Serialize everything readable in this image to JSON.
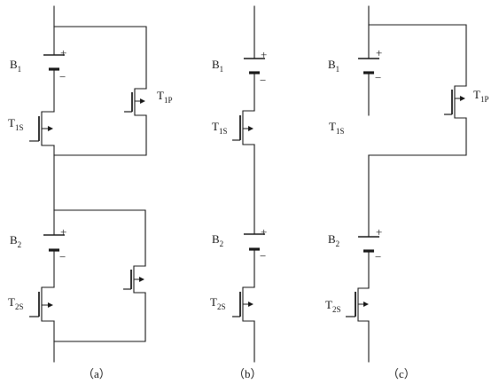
{
  "panels": [
    {
      "caption": "（a）",
      "b1": {
        "letter": "B",
        "sub": "1"
      },
      "b2": {
        "letter": "B",
        "sub": "2"
      },
      "t1s": {
        "letter": "T",
        "sub": "1S"
      },
      "t1p": {
        "letter": "T",
        "sub": "1P"
      },
      "t2s": {
        "letter": "T",
        "sub": "2S"
      }
    },
    {
      "caption": "（b）",
      "b1": {
        "letter": "B",
        "sub": "1"
      },
      "b2": {
        "letter": "B",
        "sub": "2"
      },
      "t1s": {
        "letter": "T",
        "sub": "1S"
      },
      "t2s": {
        "letter": "T",
        "sub": "2S"
      }
    },
    {
      "caption": "（c）",
      "b1": {
        "letter": "B",
        "sub": "1"
      },
      "b2": {
        "letter": "B",
        "sub": "2"
      },
      "t1s": {
        "letter": "T",
        "sub": "1S"
      },
      "t1p": {
        "letter": "T",
        "sub": "1P"
      },
      "t2s": {
        "letter": "T",
        "sub": "2S"
      }
    }
  ],
  "polarity": {
    "plus": "+",
    "minus": "−"
  },
  "colors": {
    "ink": "#1a1a1a",
    "background": "#ffffff"
  }
}
